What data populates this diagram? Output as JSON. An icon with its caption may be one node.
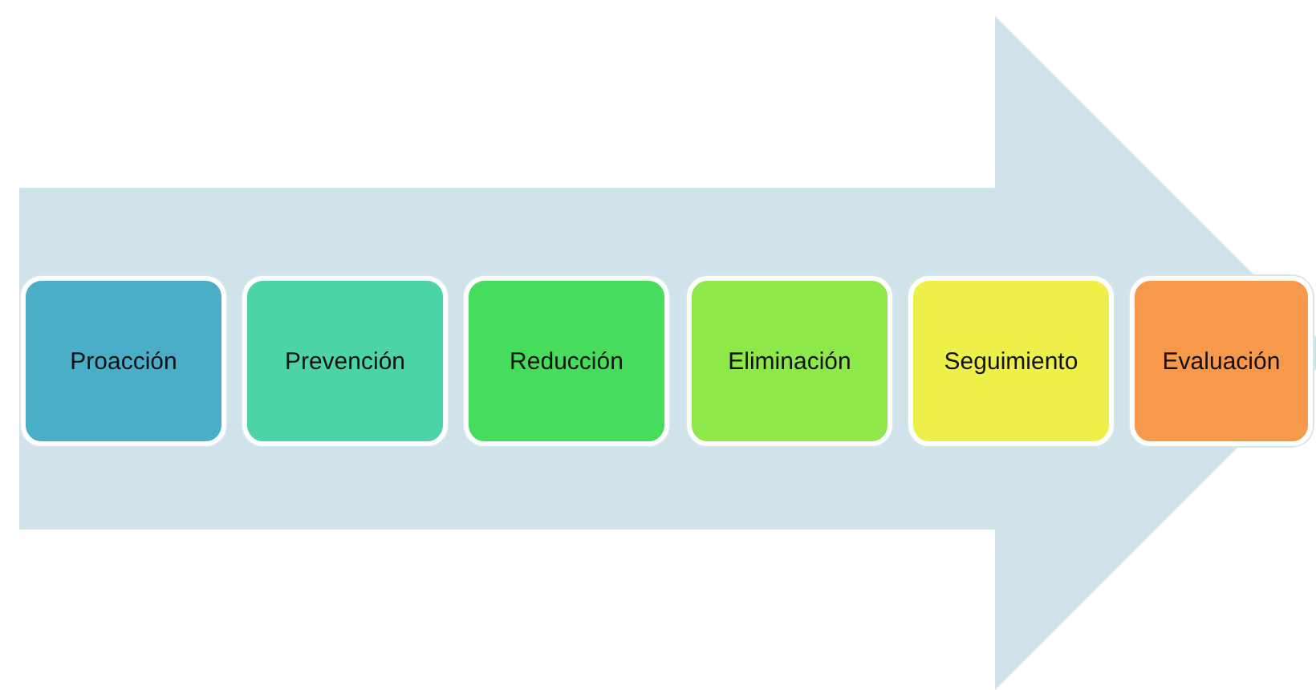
{
  "diagram": {
    "nodes": [
      {
        "text": [
          "Proacción"
        ]
      },
      {
        "text": [
          "Prevención"
        ]
      },
      {
        "text": [
          "Reducción"
        ]
      },
      {
        "text": [
          "Eliminación"
        ]
      },
      {
        "text": [
          "Seguimiento"
        ]
      },
      {
        "text": [
          "Evaluación"
        ]
      }
    ],
    "edges": [
      {
        "from": 0,
        "to": 5,
        "arrow": "to"
      }
    ]
  }
}
